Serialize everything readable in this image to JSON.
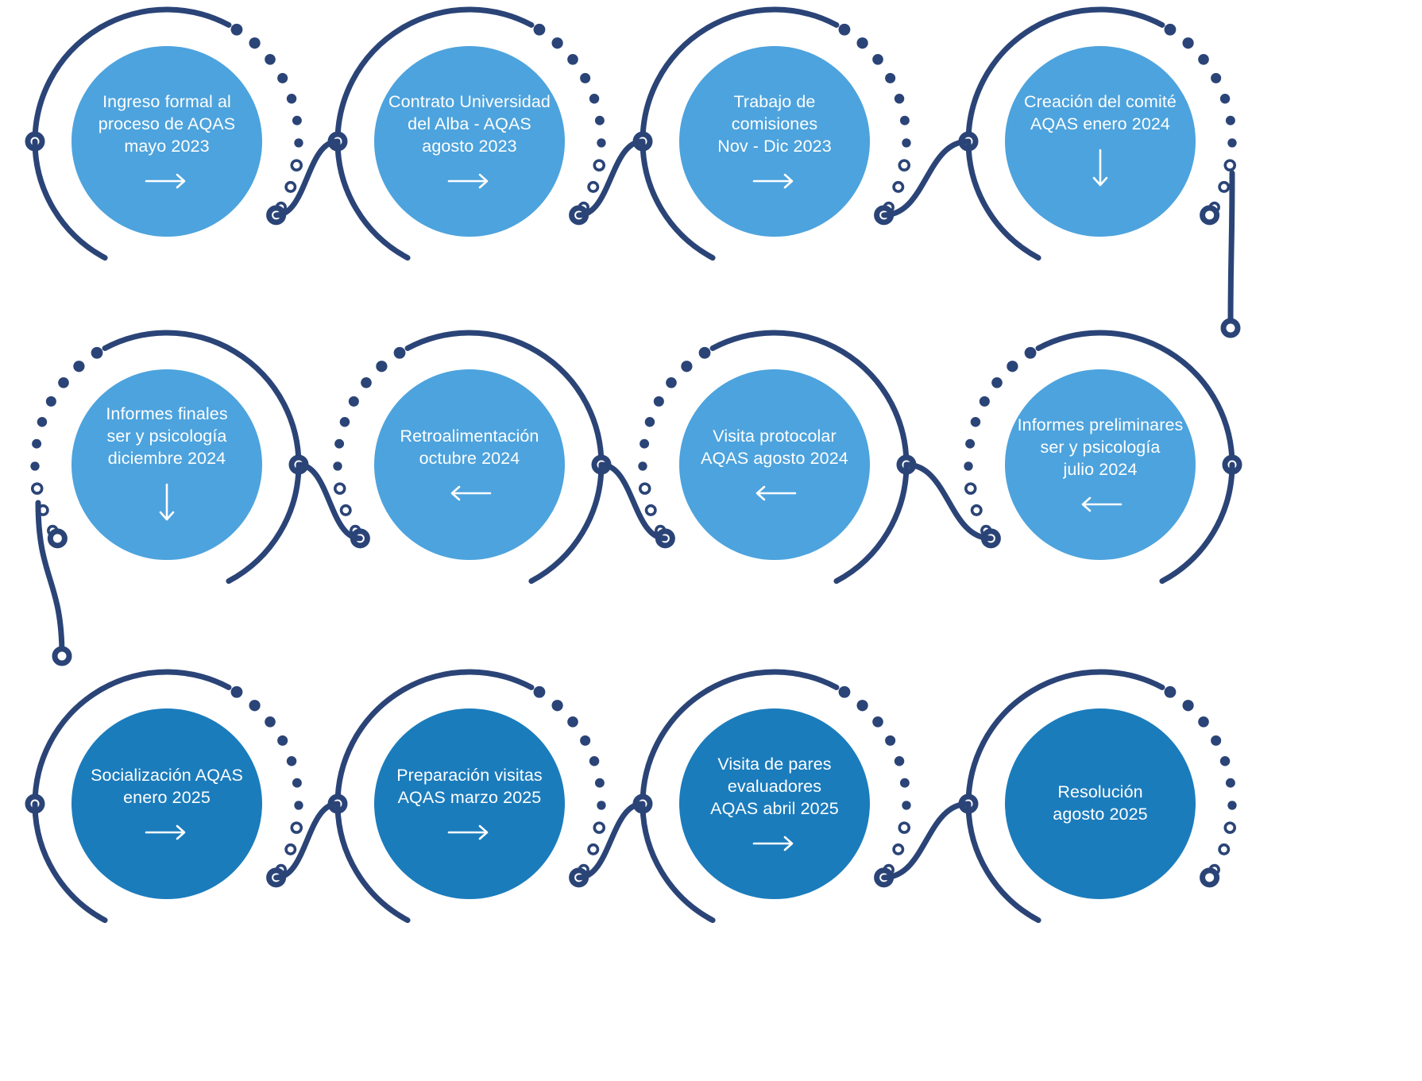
{
  "diagram": {
    "title": "Proceso de acreditación AQAS",
    "type": "process-timeline",
    "background": "#ffffff",
    "colors": {
      "ring": "#2b4477",
      "node_light": "#4da3dd",
      "node_dark": "#1b7cbc",
      "text": "#ffffff"
    },
    "rows": 3,
    "columns": 4,
    "flow": "serpentine-boustrophedon"
  },
  "steps": [
    {
      "index": 1,
      "label": "Ingreso formal al\nproceso de AQAS\nmayo 2023",
      "arrow": "arrow-right",
      "arrow_glyph": "→",
      "tone": "light",
      "row": 1,
      "col": 1
    },
    {
      "index": 2,
      "label": "Contrato Universidad\ndel Alba - AQAS\nagosto 2023",
      "arrow": "arrow-right",
      "arrow_glyph": "→",
      "tone": "light",
      "row": 1,
      "col": 2
    },
    {
      "index": 3,
      "label": "Trabajo de comisiones\nNov - Dic 2023",
      "arrow": "arrow-right",
      "arrow_glyph": "→",
      "tone": "light",
      "row": 1,
      "col": 3
    },
    {
      "index": 4,
      "label": "Creación del comité\nAQAS enero 2024",
      "arrow": "arrow-down",
      "arrow_glyph": "↓",
      "tone": "light",
      "row": 1,
      "col": 4
    },
    {
      "index": 5,
      "label": "Informes preliminares\nser y psicología\njulio 2024",
      "arrow": "arrow-left",
      "arrow_glyph": "←",
      "tone": "light",
      "row": 2,
      "col": 4
    },
    {
      "index": 6,
      "label": "Visita protocolar\nAQAS agosto 2024",
      "arrow": "arrow-left",
      "arrow_glyph": "←",
      "tone": "light",
      "row": 2,
      "col": 3
    },
    {
      "index": 7,
      "label": "Retroalimentación\noctubre 2024",
      "arrow": "arrow-left",
      "arrow_glyph": "←",
      "tone": "light",
      "row": 2,
      "col": 2
    },
    {
      "index": 8,
      "label": "Informes finales\nser y psicología\ndiciembre 2024",
      "arrow": "arrow-down",
      "arrow_glyph": "↓",
      "tone": "light",
      "row": 2,
      "col": 1
    },
    {
      "index": 9,
      "label": "Socialización AQAS\nenero 2025",
      "arrow": "arrow-right",
      "arrow_glyph": "→",
      "tone": "dark",
      "row": 3,
      "col": 1
    },
    {
      "index": 10,
      "label": "Preparación visitas\nAQAS  marzo 2025",
      "arrow": "arrow-right",
      "arrow_glyph": "→",
      "tone": "dark",
      "row": 3,
      "col": 2
    },
    {
      "index": 11,
      "label": "Visita de pares\nevaluadores\nAQAS  abril 2025",
      "arrow": "arrow-right",
      "arrow_glyph": "→",
      "tone": "dark",
      "row": 3,
      "col": 3
    },
    {
      "index": 12,
      "label": "Resolución\nagosto 2025",
      "arrow": "none",
      "arrow_glyph": "",
      "tone": "dark",
      "row": 3,
      "col": 4
    }
  ],
  "connectors": [
    {
      "name": "connector-step4-to-step5",
      "from": 4,
      "to": 5,
      "orientation": "vertical"
    },
    {
      "name": "connector-step8-to-step9",
      "from": 8,
      "to": 9,
      "orientation": "vertical"
    }
  ]
}
